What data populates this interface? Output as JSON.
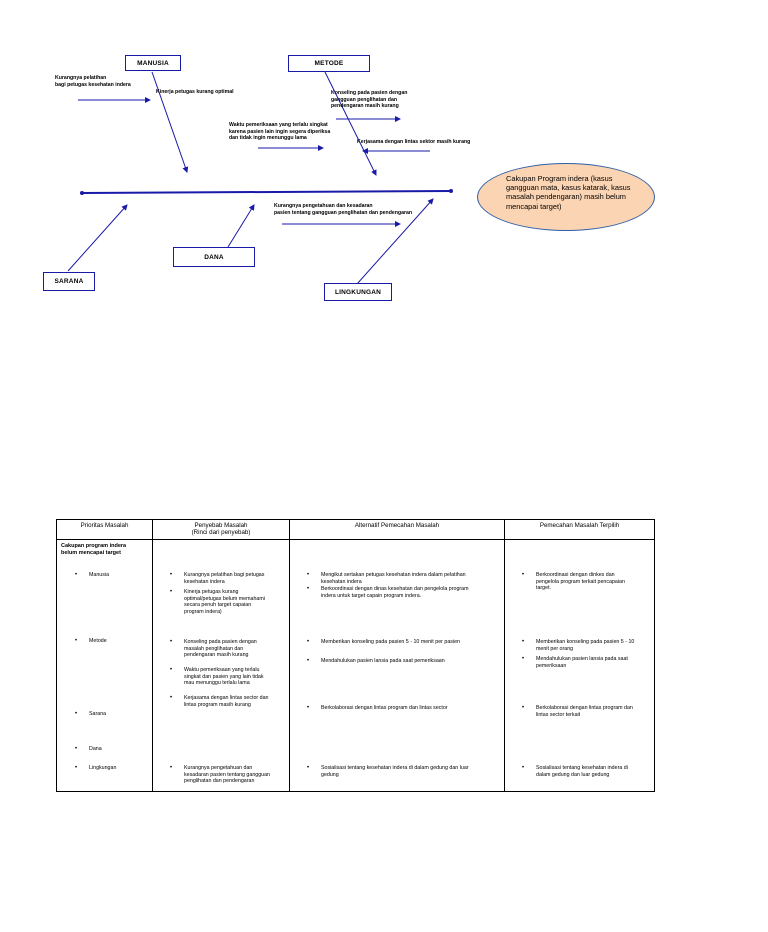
{
  "diagram": {
    "categories": {
      "manusia": "MANUSIA",
      "metode": "METODE",
      "sarana": "SARANA",
      "dana": "DANA",
      "lingkungan": "LINGKUNGAN"
    },
    "causes": {
      "manusia_1": "Kurangnya pelatihan\nbagi petugas kesehatan indera",
      "manusia_2": "Kinerja petugas kurang optimal",
      "metode_1": "Konseling pada pasien dengan\ngangguan penglihatan dan\npendengaran masih kurang",
      "metode_2": "Waktu pemeriksaan yang terlalu singkat\nkarena pasien lain ingin segera diperiksa\ndan tidak ingin menunggu lama",
      "metode_3": "Kerjasama dengan lintas sektor masih kurang",
      "lingkungan_1": "Kurangnya pengetahuan dan kesadaran\npasien tentang gangguan penglihatan dan pendengaran"
    },
    "effect": "Cakupan Program indera (kasus gangguan mata, kasus katarak, kasus masalah pendengaran) masih belum mencapai target)"
  },
  "table": {
    "headers": [
      "Prioritas Masalah",
      "Penyebab Masalah\n(Rinci dari penyebab)",
      "Alternatif Pemecahan Masalah",
      "Pemecahan Masalah Terpilih"
    ],
    "priority": "Cakupan program indera\nbelum mencapai target",
    "col1": [
      "Manusia",
      "Metode",
      "Sarana",
      "Dana",
      "Lingkungan"
    ],
    "col2": [
      "Kurangnya pelatihan bagi petugas\nkesehatan indera",
      "Kinerja petugas kurang\noptimal/petugas belum memahami\nsecara penuh target capaian\nprogram indera)",
      "Konseling pada pasien dengan\nmasalah penglihatan dan\npendengaran masih kurang",
      "Waktu pemeriksaan yang terlalu\nsingkat dan pasien yang lain tidak\nmau menunggu terlalu lama",
      "Kerjasama dengan lintas sector dan\nlintas program masih kurang",
      "Kurangnya pengetahuan dan\nkesadaran pasien tentang gangguan\npenglihatan dan pendengaran"
    ],
    "col3": [
      "Mengikut sertakan petugas kesehatan indera dalam pelatihan\nkesehatan indera",
      "Berkoordinasi dengan dinas kesehatan dan pengelola program\nindera untuk target capain program indera.",
      "Memberikan konseling pada pasien 5 - 10 menit per pasien",
      "Mendahulukan pasien lansia pada saat pemeriksaan",
      "Berkolaborasi dengan lintas program dan lintas sector",
      "Sosialisasi tentang kesehatan indera di dalam gedung dan luar\ngedung"
    ],
    "col4": [
      "Berkoordinasi dengan dinkes dan\npengelola program terkait pencapaian\ntarget.",
      "Memberikan konseling pada pasien 5 - 10\nmenit per orang",
      "Mendahulukan pasien lansia pada saat\npemeriksaan",
      "Berkolaborasi dengan lintas program dan\nlintas sector terkait",
      "Sosialisasi tentang kesehatan indera di\ndalam gedung dan luar gedung"
    ]
  },
  "colors": {
    "line": "#1a1aa8",
    "effect_fill": "#fbd4b3",
    "effect_border": "#2f5fa5"
  }
}
